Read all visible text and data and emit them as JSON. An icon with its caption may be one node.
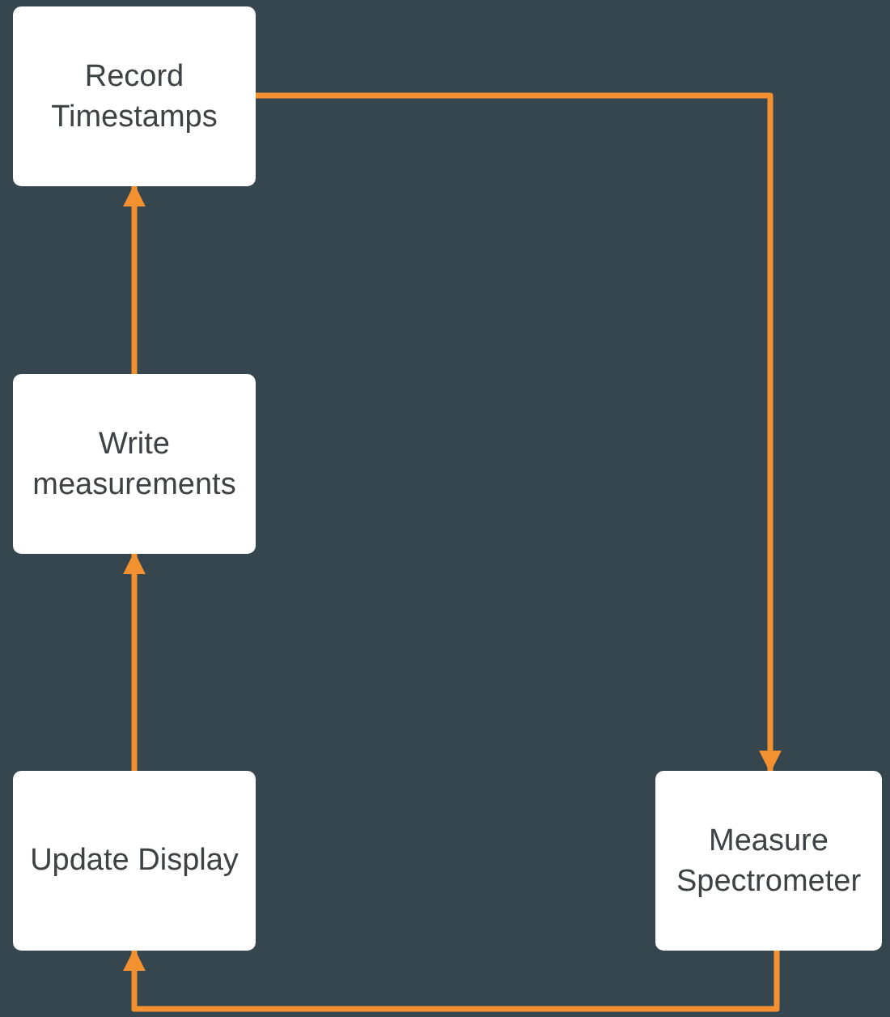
{
  "diagram": {
    "nodes": [
      {
        "text": [
          "Record Timestamps"
        ]
      },
      {
        "text": [
          "Write measurements"
        ]
      },
      {
        "text": [
          "Update Display"
        ]
      },
      {
        "text": [
          "Measure Spectrometer"
        ]
      }
    ],
    "edges": [
      {
        "from": 0,
        "to": 3,
        "arrow": "to"
      },
      {
        "from": 1,
        "to": 0,
        "arrow": "to"
      },
      {
        "from": 2,
        "to": 1,
        "arrow": "to"
      },
      {
        "from": 3,
        "to": 2,
        "arrow": "to"
      }
    ]
  }
}
